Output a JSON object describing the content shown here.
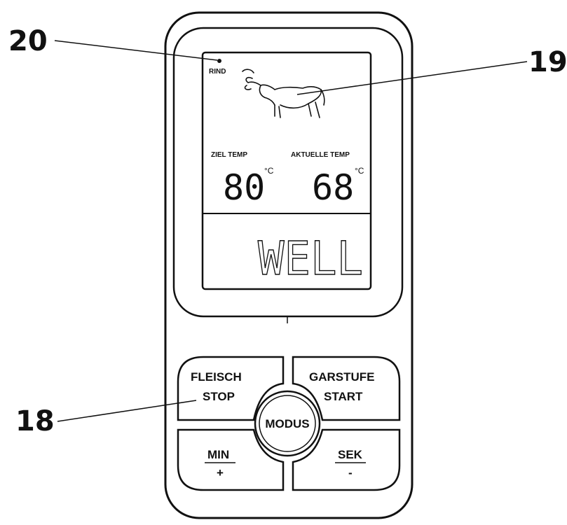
{
  "callouts": {
    "n18": "18",
    "n19": "19",
    "n20": "20"
  },
  "display": {
    "meat_label": "RIND",
    "target_label": "ZIEL TEMP",
    "current_label": "AKTUELLE TEMP",
    "target_value": "80",
    "current_value": "68",
    "unit": "°C",
    "doneness": "WELL",
    "meat_icon": "cow-icon"
  },
  "buttons": {
    "fleisch": "FLEISCH",
    "stop": "STOP",
    "garstufe": "GARSTUFE",
    "start": "START",
    "modus": "MODUS",
    "min": "MIN",
    "plus": "+",
    "sek": "SEK",
    "minus": "-"
  }
}
